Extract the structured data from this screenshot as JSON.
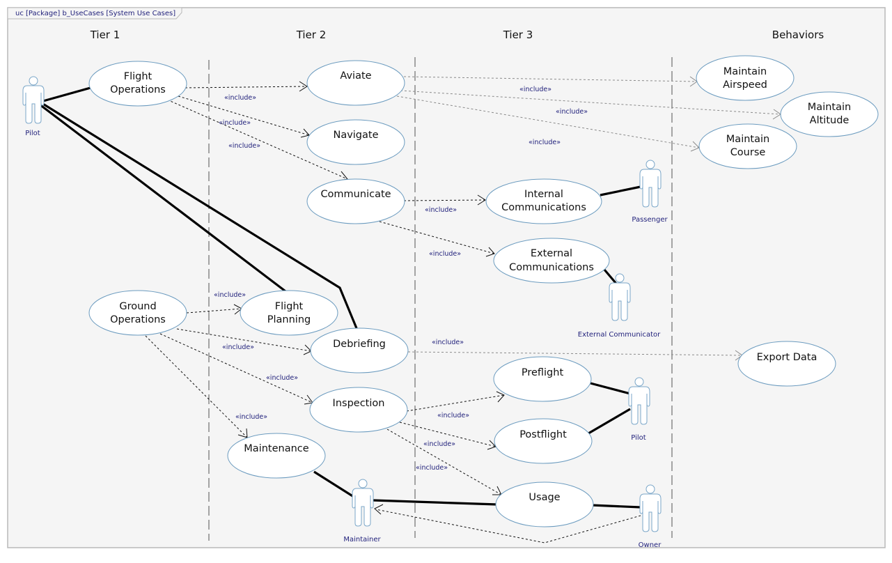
{
  "frame": {
    "title": "uc [Package] b_UseCases [System Use Cases]"
  },
  "tiers": [
    {
      "id": "tier1",
      "label": "Tier 1"
    },
    {
      "id": "tier2",
      "label": "Tier 2"
    },
    {
      "id": "tier3",
      "label": "Tier 3"
    },
    {
      "id": "behaviors",
      "label": "Behaviors"
    }
  ],
  "use_cases": [
    {
      "id": "flight-operations",
      "lines": [
        "Flight",
        "Operations"
      ],
      "tier": "Tier 1"
    },
    {
      "id": "ground-operations",
      "lines": [
        "Ground",
        "Operations"
      ],
      "tier": "Tier 1"
    },
    {
      "id": "aviate",
      "lines": [
        "Aviate"
      ],
      "tier": "Tier 2"
    },
    {
      "id": "navigate",
      "lines": [
        "Navigate"
      ],
      "tier": "Tier 2"
    },
    {
      "id": "communicate",
      "lines": [
        "Communicate"
      ],
      "tier": "Tier 2"
    },
    {
      "id": "flight-planning",
      "lines": [
        "Flight",
        "Planning"
      ],
      "tier": "Tier 2"
    },
    {
      "id": "debriefing",
      "lines": [
        "Debriefing"
      ],
      "tier": "Tier 2"
    },
    {
      "id": "inspection",
      "lines": [
        "Inspection"
      ],
      "tier": "Tier 2"
    },
    {
      "id": "maintenance",
      "lines": [
        "Maintenance"
      ],
      "tier": "Tier 2"
    },
    {
      "id": "internal-communications",
      "lines": [
        "Internal",
        "Communications"
      ],
      "tier": "Tier 3"
    },
    {
      "id": "external-communications",
      "lines": [
        "External",
        "Communications"
      ],
      "tier": "Tier 3"
    },
    {
      "id": "preflight",
      "lines": [
        "Preflight"
      ],
      "tier": "Tier 3"
    },
    {
      "id": "postflight",
      "lines": [
        "Postflight"
      ],
      "tier": "Tier 3"
    },
    {
      "id": "usage",
      "lines": [
        "Usage"
      ],
      "tier": "Tier 3"
    },
    {
      "id": "maintain-airspeed",
      "lines": [
        "Maintain",
        "Airspeed"
      ],
      "tier": "Behaviors"
    },
    {
      "id": "maintain-altitude",
      "lines": [
        "Maintain",
        "Altitude"
      ],
      "tier": "Behaviors"
    },
    {
      "id": "maintain-course",
      "lines": [
        "Maintain",
        "Course"
      ],
      "tier": "Behaviors"
    },
    {
      "id": "export-data",
      "lines": [
        "Export Data"
      ],
      "tier": "Behaviors"
    }
  ],
  "actors": [
    {
      "id": "pilot-main",
      "label": "Pilot"
    },
    {
      "id": "passenger",
      "label": "Passenger"
    },
    {
      "id": "external-communicator",
      "label": "External Communicator"
    },
    {
      "id": "pilot-inspection",
      "label": "Pilot"
    },
    {
      "id": "maintainer",
      "label": "Maintainer"
    },
    {
      "id": "owner",
      "label": "Owner"
    }
  ],
  "stereotype": "«include»",
  "associations": [
    {
      "from": "pilot-main",
      "to": "flight-operations"
    },
    {
      "from": "pilot-main",
      "to": "flight-planning"
    },
    {
      "from": "pilot-main",
      "to": "debriefing"
    },
    {
      "from": "passenger",
      "to": "internal-communications"
    },
    {
      "from": "external-communicator",
      "to": "external-communications"
    },
    {
      "from": "pilot-inspection",
      "to": "preflight"
    },
    {
      "from": "pilot-inspection",
      "to": "postflight"
    },
    {
      "from": "maintainer",
      "to": "maintenance"
    },
    {
      "from": "maintainer",
      "to": "usage"
    },
    {
      "from": "owner",
      "to": "usage"
    }
  ],
  "includes": [
    {
      "from": "flight-operations",
      "to": "aviate",
      "label": "«include»"
    },
    {
      "from": "flight-operations",
      "to": "navigate",
      "label": "«include»"
    },
    {
      "from": "flight-operations",
      "to": "communicate",
      "label": "«include»"
    },
    {
      "from": "aviate",
      "to": "maintain-airspeed",
      "label": "«include»"
    },
    {
      "from": "aviate",
      "to": "maintain-altitude",
      "label": "«include»"
    },
    {
      "from": "aviate",
      "to": "maintain-course",
      "label": "«include»"
    },
    {
      "from": "communicate",
      "to": "internal-communications",
      "label": "«include»"
    },
    {
      "from": "communicate",
      "to": "external-communications",
      "label": "«include»"
    },
    {
      "from": "ground-operations",
      "to": "flight-planning",
      "label": "«include»"
    },
    {
      "from": "ground-operations",
      "to": "debriefing",
      "label": "«include»"
    },
    {
      "from": "ground-operations",
      "to": "inspection",
      "label": "«include»"
    },
    {
      "from": "ground-operations",
      "to": "maintenance",
      "label": "«include»"
    },
    {
      "from": "debriefing",
      "to": "export-data",
      "label": "«include»"
    },
    {
      "from": "inspection",
      "to": "preflight",
      "label": "«include»"
    },
    {
      "from": "inspection",
      "to": "postflight",
      "label": "«include»"
    },
    {
      "from": "inspection",
      "to": "usage",
      "label": "«include»"
    }
  ],
  "dependencies": [
    {
      "from": "owner",
      "to": "maintainer"
    }
  ]
}
